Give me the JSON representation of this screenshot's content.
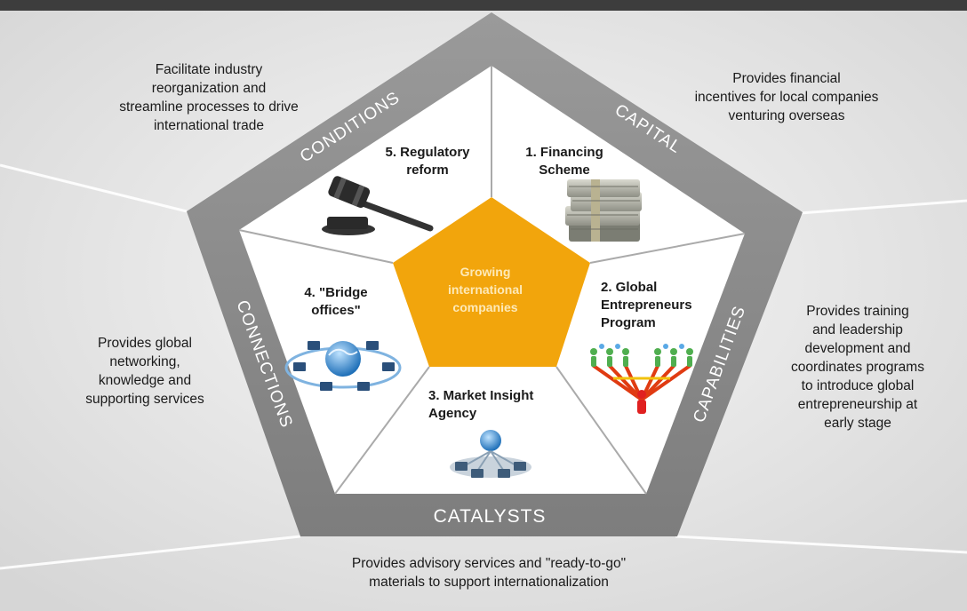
{
  "center": {
    "lines": [
      "Growing",
      "international",
      "companies"
    ]
  },
  "pillars": [
    {
      "id": "capital",
      "band": "CAPITAL",
      "label_lines": [
        "1. Financing",
        "Scheme"
      ],
      "icon": "money-stack-icon",
      "description_lines": [
        "Provides financial",
        "incentives for local companies",
        "venturing overseas"
      ]
    },
    {
      "id": "capabilities",
      "band": "CAPABILITIES",
      "label_lines": [
        "2. Global",
        "Entrepreneurs",
        "Program"
      ],
      "icon": "people-network-icon",
      "description_lines": [
        "Provides training",
        "and leadership",
        "development and",
        "coordinates programs",
        "to introduce global",
        "entrepreneurship at",
        "early stage"
      ]
    },
    {
      "id": "catalysts",
      "band": "CATALYSTS",
      "label_lines": [
        "3. Market Insight",
        "Agency"
      ],
      "icon": "globe-network-icon",
      "description_lines": [
        "Provides advisory services and \"ready-to-go\"",
        "materials to support internationalization"
      ]
    },
    {
      "id": "connections",
      "band": "CONNECTIONS",
      "label_lines": [
        "4. \"Bridge",
        "offices\""
      ],
      "icon": "globe-computers-icon",
      "description_lines": [
        "Provides global",
        "networking,",
        "knowledge and",
        "supporting services"
      ]
    },
    {
      "id": "conditions",
      "band": "CONDITIONS",
      "label_lines": [
        "5. Regulatory",
        "reform"
      ],
      "icon": "gavel-icon",
      "description_lines": [
        "Facilitate industry",
        "reorganization and",
        "streamline processes to drive",
        "international trade"
      ]
    }
  ],
  "colors": {
    "top_bar": "#3d3d3d",
    "band": "#8a8a8a",
    "center": "#f2a50c",
    "inner": "#ffffff",
    "background": "#e9e9e9"
  }
}
